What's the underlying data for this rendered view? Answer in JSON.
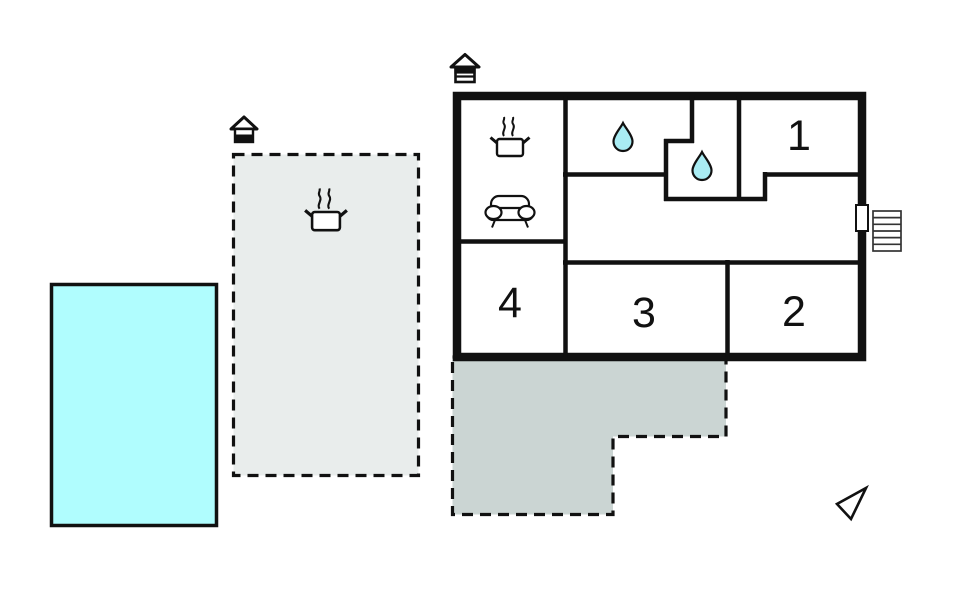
{
  "canvas": {
    "width": "960",
    "height": "611"
  },
  "colors": {
    "ink": "#111111",
    "pool": "#b0fdfe",
    "water_drop": "#a9ecf3",
    "terrace_light": "#e9edec",
    "terrace_dark": "#cbd5d3"
  },
  "rooms": [
    {
      "label": "1"
    },
    {
      "label": "2"
    },
    {
      "label": "3"
    },
    {
      "label": "4"
    }
  ],
  "icons": {
    "main_house_floor": "house-levels-icon",
    "annex_floor": "house-levels-icon",
    "kitchen": "cooking-pot-icon",
    "living_room": "sofa-icon",
    "bathroom_1": "water-drop-icon",
    "bathroom_2": "water-drop-icon",
    "outdoor_kitchen": "cooking-pot-icon",
    "entrance_stairs": "stairs-icon",
    "direction": "north-arrow-icon"
  },
  "stairs": {
    "step_count": "6"
  }
}
